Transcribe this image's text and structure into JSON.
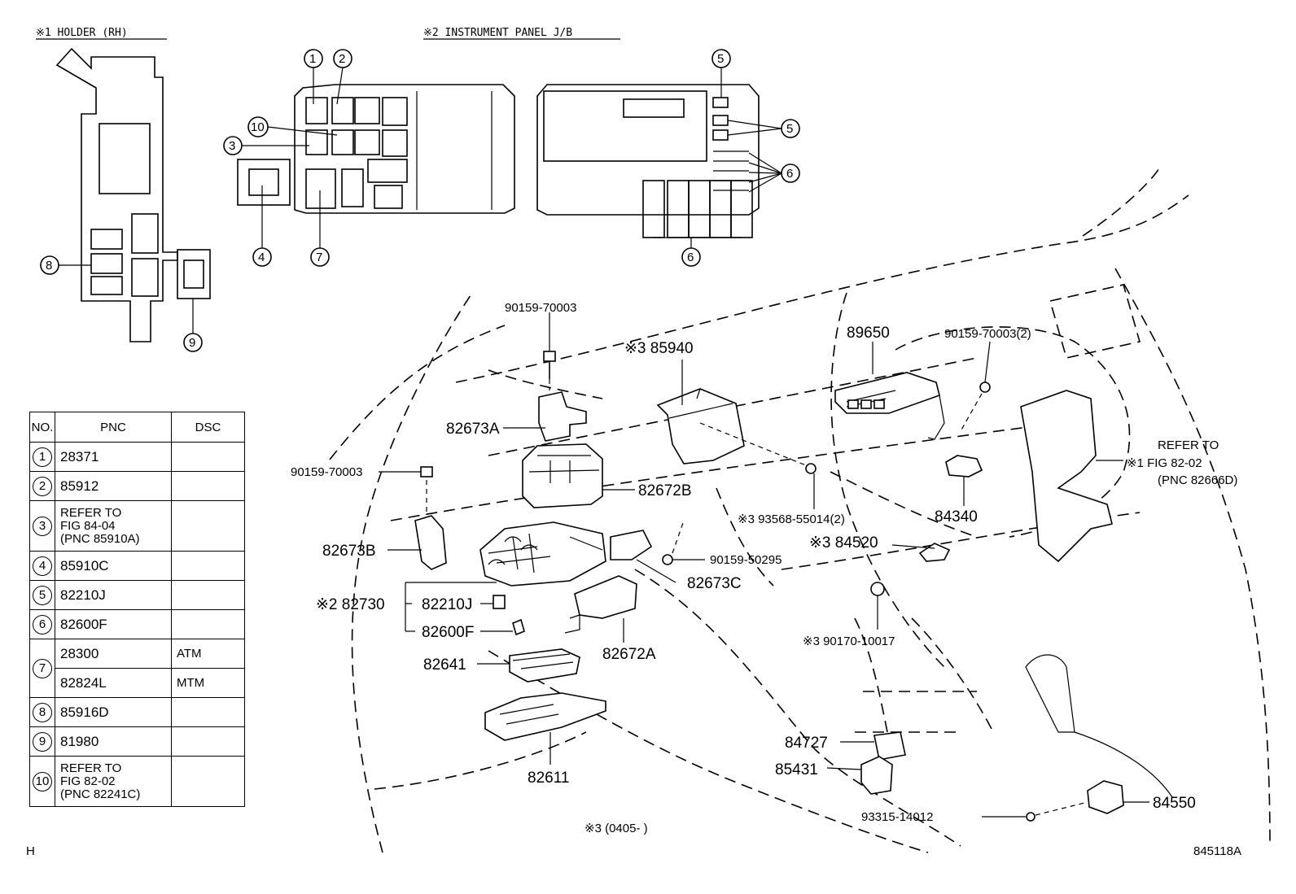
{
  "headers": {
    "holder_title": "※1 HOLDER (RH)",
    "jb_title": "※2 INSTRUMENT PANEL J/B"
  },
  "callouts": {
    "c1": "1",
    "c2": "2",
    "c3": "3",
    "c4": "4",
    "c5": "5",
    "c6": "6",
    "c7": "7",
    "c8": "8",
    "c9": "9",
    "c10": "10"
  },
  "part_labels": {
    "p_90159_70003_a": "90159-70003",
    "p_90159_70003_b": "90159-70003",
    "p_90159_70003_2": "90159-70003(2)",
    "p_85940": "※3  85940",
    "p_89650": "89650",
    "p_82673A": "82673A",
    "p_82672B": "82672B",
    "p_82673B": "82673B",
    "p_93568": "※3  93568-55014(2)",
    "p_84340": "84340",
    "p_84520": "※3  84520",
    "p_90159_50295": "90159-50295",
    "p_82673C": "82673C",
    "p_82730": "※2  82730",
    "p_82210J": "82210J",
    "p_82600F": "82600F",
    "p_82641": "82641",
    "p_82672A": "82672A",
    "p_90170": "※3  90170-10017",
    "p_82611": "82611",
    "p_84727": "84727",
    "p_85431": "85431",
    "p_93315": "93315-14012",
    "p_84550": "84550",
    "refer_line1": "REFER TO",
    "refer_line2": "※1  FIG   82-02",
    "refer_line3": "(PNC 82666D)",
    "footnote": "※3 (0405-        )"
  },
  "legend": {
    "headers": [
      "NO.",
      "PNC",
      "DSC"
    ],
    "rows": [
      {
        "no": "1",
        "pnc": "28371",
        "dsc": ""
      },
      {
        "no": "2",
        "pnc": "85912",
        "dsc": ""
      },
      {
        "no": "3",
        "pnc_lines": [
          "REFER TO",
          "FIG   84-04",
          "(PNC 85910A)"
        ],
        "dsc": ""
      },
      {
        "no": "4",
        "pnc": "85910C",
        "dsc": ""
      },
      {
        "no": "5",
        "pnc": "82210J",
        "dsc": ""
      },
      {
        "no": "6",
        "pnc": "82600F",
        "dsc": ""
      },
      {
        "no": "7",
        "pnc": "28300",
        "dsc": "ATM"
      },
      {
        "no": "7",
        "pnc": "82824L",
        "dsc": "MTM"
      },
      {
        "no": "8",
        "pnc": "85916D",
        "dsc": ""
      },
      {
        "no": "9",
        "pnc": "81980",
        "dsc": ""
      },
      {
        "no": "10",
        "pnc_lines": [
          "REFER TO",
          "FIG   82-02",
          "(PNC 82241C)"
        ],
        "dsc": ""
      }
    ]
  },
  "footer": {
    "corner": "H",
    "diagram_code": "845118A"
  }
}
